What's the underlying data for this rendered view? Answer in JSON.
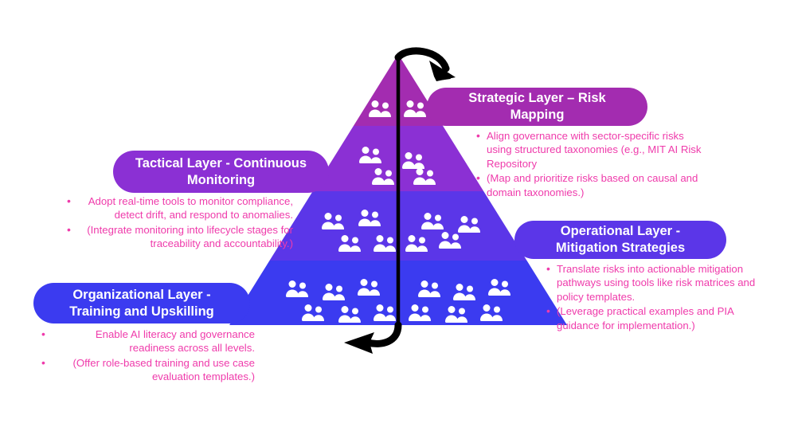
{
  "diagram": {
    "title": "AI Governance Pyramid",
    "background_color": "#ffffff",
    "bullet_text_color": "#ef3bab",
    "arrow_color": "#000000",
    "icon_color": "#ffffff",
    "icon_name": "people-group-icon"
  },
  "pyramid": {
    "apex_label": "",
    "bands": [
      {
        "name": "strategic-band",
        "color": "#a32cb0",
        "icon_count": 2
      },
      {
        "name": "tactical-band",
        "color": "#8b30d4",
        "icon_count": 4
      },
      {
        "name": "operational-band",
        "color": "#5b36e8",
        "icon_count": 8
      },
      {
        "name": "organizational-band",
        "color": "#3b3bf0",
        "icon_count": 12
      }
    ]
  },
  "layers": [
    {
      "id": "strategic",
      "pill_label": "Strategic Layer – Risk Mapping",
      "pill_color": "#a32cb0",
      "side": "right",
      "bullets": [
        "Align governance with sector-specific risks using structured taxonomies (e.g., MIT AI Risk Repository",
        "(Map and prioritize risks based on causal and domain taxonomies.)"
      ]
    },
    {
      "id": "tactical",
      "pill_label": "Tactical Layer - Continuous Monitoring",
      "pill_color": "#8b30d4",
      "side": "left",
      "bullets": [
        "Adopt real-time tools to monitor compliance, detect drift, and respond to anomalies.",
        "(Integrate monitoring into lifecycle stages for traceability and accountability.)"
      ]
    },
    {
      "id": "operational",
      "pill_label": "Operational Layer - Mitigation Strategies",
      "pill_color": "#5b36e8",
      "side": "right",
      "bullets": [
        "Translate risks into actionable mitigation pathways using tools like risk matrices and policy templates.",
        "(Leverage practical examples and PIA guidance for implementation.)"
      ]
    },
    {
      "id": "organizational",
      "pill_label": "Organizational Layer - Training and Upskilling",
      "pill_color": "#3b3bf0",
      "side": "left",
      "bullets": [
        "Enable AI literacy and governance readiness across all levels.",
        "(Offer role-based training and use case evaluation templates.)"
      ]
    }
  ],
  "arrows": [
    {
      "name": "top-curved-arrow",
      "direction": "right",
      "color": "#000000"
    },
    {
      "name": "bottom-curved-arrow",
      "direction": "left",
      "color": "#000000"
    }
  ]
}
